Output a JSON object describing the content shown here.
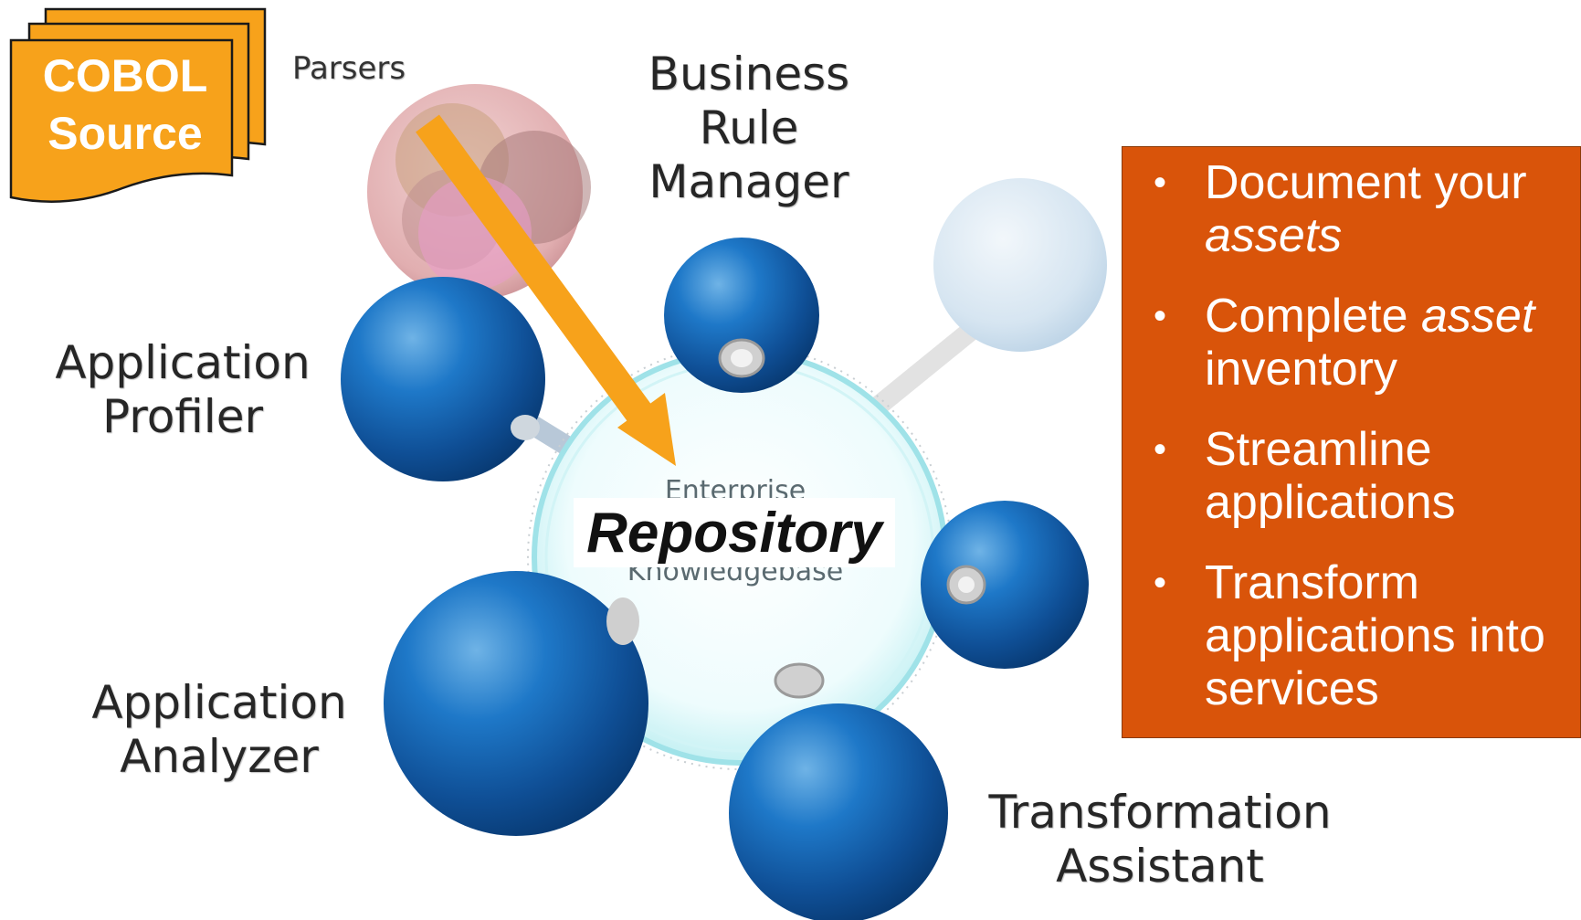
{
  "source_doc": {
    "line1": "COBOL",
    "line2": "Source",
    "color": "#f7a21b"
  },
  "parsers": {
    "label": "Parsers"
  },
  "nodes": {
    "business_rule_manager": [
      "Business",
      "Rule",
      "Manager"
    ],
    "application_profiler": [
      "Application",
      "Profiler"
    ],
    "application_analyzer": [
      "Application",
      "Analyzer"
    ],
    "transformation_assistant": [
      "Transformation",
      "Assistant"
    ]
  },
  "hub": {
    "top_text": "Enterprise",
    "bottom_text": "Knowledgebase",
    "overlay_label": "Repository"
  },
  "arrow": {
    "color": "#f7a21b",
    "direction": "parsers-to-repository"
  },
  "benefits": {
    "background": "#d9540a",
    "bullet_char": "•",
    "items": [
      {
        "before": "Document your ",
        "emphasis": "assets",
        "after": ""
      },
      {
        "before": "Complete ",
        "emphasis": "asset",
        "after": " inventory"
      },
      {
        "before": "Streamline applications",
        "emphasis": "",
        "after": ""
      },
      {
        "before": "Transform applications into services",
        "emphasis": "",
        "after": ""
      }
    ]
  },
  "colors": {
    "sphere_blue": "#1565b0",
    "sphere_light": "#d8e6f2",
    "parser_pink": "#d9a0a8",
    "hub_cyan": "#bfeff2"
  }
}
